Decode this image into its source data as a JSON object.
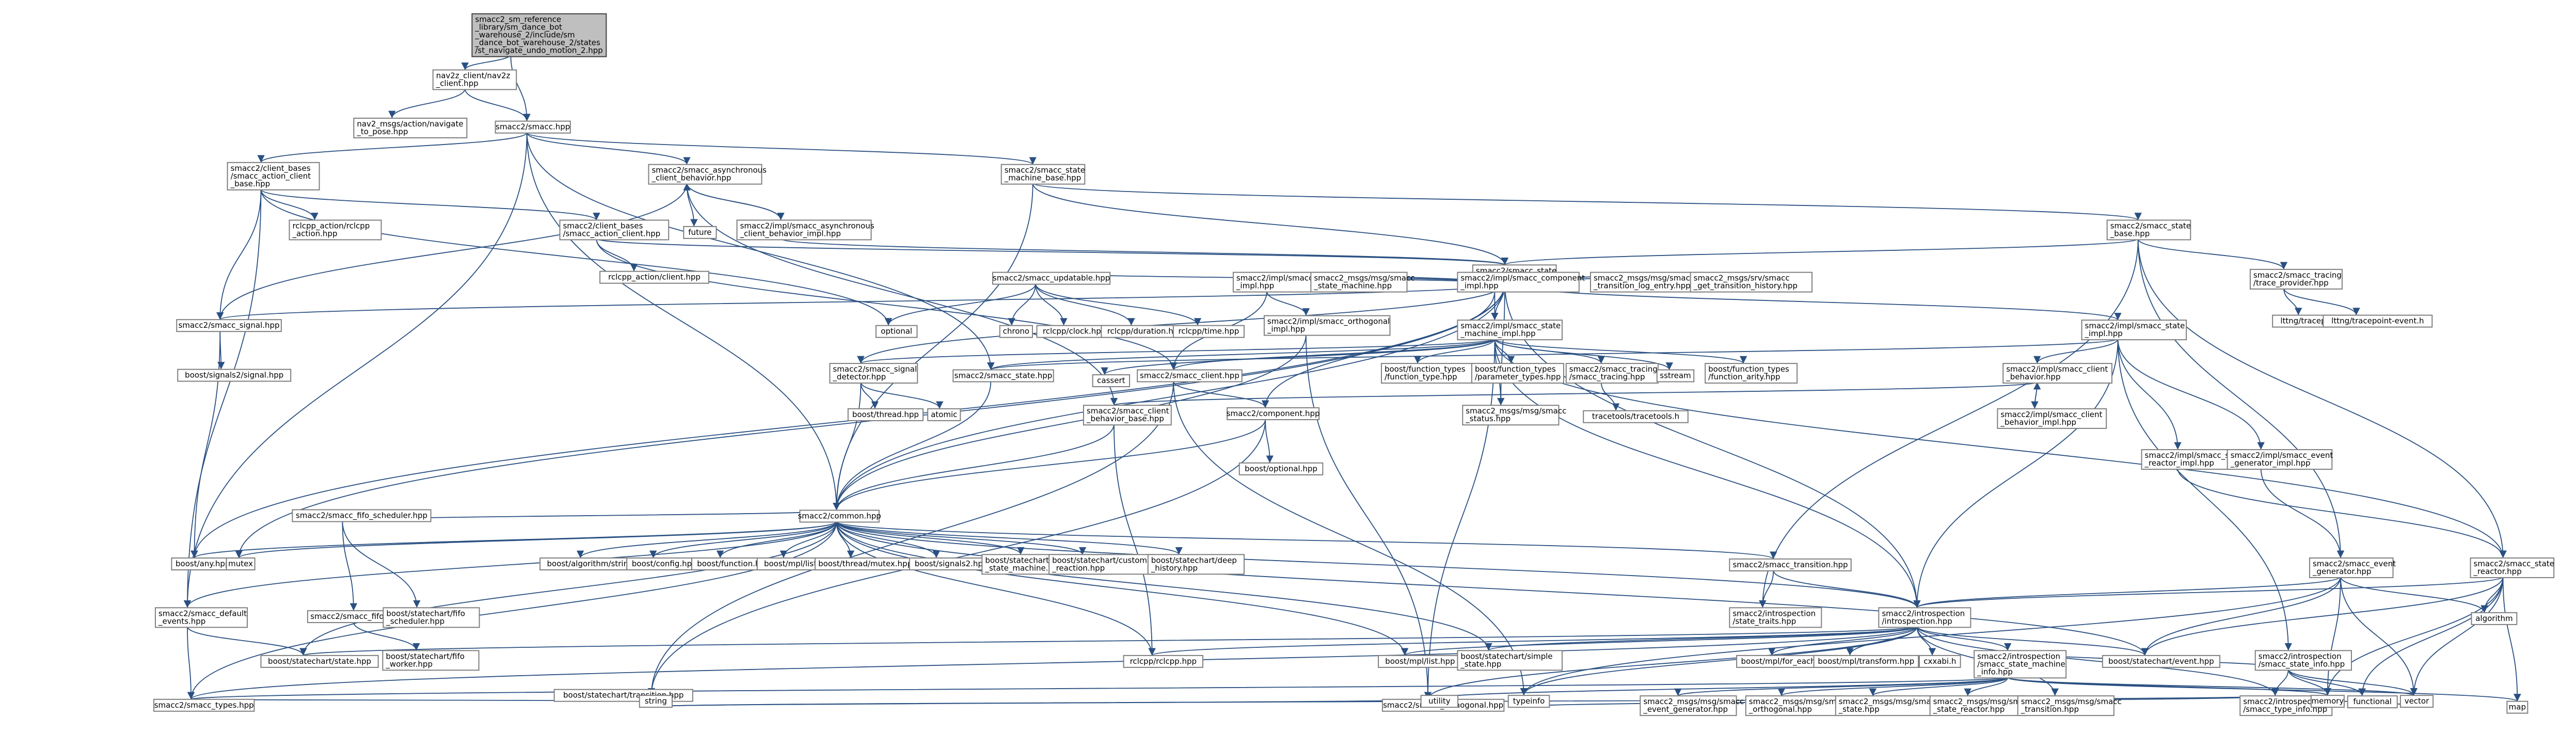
{
  "colors": {
    "edge": "#2a5082",
    "root_fill": "#bfbfbf",
    "node_border": "#7f7f7f"
  },
  "nodes": [
    {
      "id": "root",
      "lines": [
        "smacc2_sm_reference",
        "_library/sm_dance_bot",
        "_warehouse_2/include/sm",
        "_dance_bot_warehouse_2/states",
        "/st_navigate_undo_motion_2.hpp"
      ]
    },
    {
      "id": "nav2_client",
      "lines": [
        "nav2z_client/nav2z",
        "_client.hpp"
      ]
    },
    {
      "id": "nav2_msgs_nav",
      "lines": [
        "nav2_msgs/action/navigate",
        "_to_pose.hpp"
      ]
    },
    {
      "id": "smacc_hpp",
      "lines": [
        "smacc2/smacc.hpp"
      ]
    },
    {
      "id": "client_bases_action_client_base",
      "lines": [
        "smacc2/client_bases",
        "/smacc_action_client",
        "_base.hpp"
      ]
    },
    {
      "id": "smacc_async_cb",
      "lines": [
        "smacc2/smacc_asynchronous",
        "_client_behavior.hpp"
      ]
    },
    {
      "id": "smacc_state_machine_base",
      "lines": [
        "smacc2/smacc_state",
        "_machine_base.hpp"
      ]
    },
    {
      "id": "rclcpp_action",
      "lines": [
        "rclcpp_action/rclcpp",
        "_action.hpp"
      ]
    },
    {
      "id": "client_bases_action_client",
      "lines": [
        "smacc2/client_bases",
        "/smacc_action_client.hpp"
      ]
    },
    {
      "id": "future",
      "lines": [
        "future"
      ]
    },
    {
      "id": "impl_async_cb",
      "lines": [
        "smacc2/impl/smacc_asynchronous",
        "_client_behavior_impl.hpp"
      ]
    },
    {
      "id": "smacc_state_base",
      "lines": [
        "smacc2/smacc_state",
        "_base.hpp"
      ]
    },
    {
      "id": "rclcpp_action_client",
      "lines": [
        "rclcpp_action/client.hpp"
      ]
    },
    {
      "id": "smacc_state_machine",
      "lines": [
        "smacc2/smacc_state",
        "_machine.hpp"
      ]
    },
    {
      "id": "smacc_tracing_provider",
      "lines": [
        "smacc2/smacc_tracing",
        "/trace_provider.hpp"
      ]
    },
    {
      "id": "lttng_tracepoint",
      "lines": [
        "lttng/tracepoint.h"
      ]
    },
    {
      "id": "lttng_tracepoint_event",
      "lines": [
        "lttng/tracepoint-event.h"
      ]
    },
    {
      "id": "smacc_signal",
      "lines": [
        "smacc2/smacc_signal.hpp"
      ]
    },
    {
      "id": "boost_signals2_signal",
      "lines": [
        "boost/signals2/signal.hpp"
      ]
    },
    {
      "id": "smacc_updatable",
      "lines": [
        "smacc2/smacc_updatable.hpp"
      ]
    },
    {
      "id": "optional",
      "lines": [
        "optional"
      ]
    },
    {
      "id": "chrono",
      "lines": [
        "chrono"
      ]
    },
    {
      "id": "rclcpp_clock",
      "lines": [
        "rclcpp/clock.hpp"
      ]
    },
    {
      "id": "rclcpp_duration",
      "lines": [
        "rclcpp/duration.hpp"
      ]
    },
    {
      "id": "rclcpp_time",
      "lines": [
        "rclcpp/time.hpp"
      ]
    },
    {
      "id": "impl_smacc_client_impl",
      "lines": [
        "smacc2/impl/smacc_client",
        "_impl.hpp"
      ]
    },
    {
      "id": "msg_smacc_state_machine",
      "lines": [
        "smacc2_msgs/msg/smacc",
        "_state_machine.hpp"
      ]
    },
    {
      "id": "impl_component_impl",
      "lines": [
        "smacc2/impl/smacc_component",
        "_impl.hpp"
      ]
    },
    {
      "id": "msg_transition_log",
      "lines": [
        "smacc2_msgs/msg/smacc",
        "_transition_log_entry.hpp"
      ]
    },
    {
      "id": "srv_get_transition",
      "lines": [
        "smacc2_msgs/srv/smacc",
        "_get_transition_history.hpp"
      ]
    },
    {
      "id": "impl_orthogonal_impl",
      "lines": [
        "smacc2/impl/smacc_orthogonal",
        "_impl.hpp"
      ]
    },
    {
      "id": "impl_state_machine_impl",
      "lines": [
        "smacc2/impl/smacc_state",
        "_machine_impl.hpp"
      ]
    },
    {
      "id": "impl_state_impl",
      "lines": [
        "smacc2/impl/smacc_state",
        "_impl.hpp"
      ]
    },
    {
      "id": "smacc_signal_detector",
      "lines": [
        "smacc2/smacc_signal",
        "_detector.hpp"
      ]
    },
    {
      "id": "smacc_state_hpp",
      "lines": [
        "smacc2/smacc_state.hpp"
      ]
    },
    {
      "id": "cassert",
      "lines": [
        "cassert"
      ]
    },
    {
      "id": "smacc_client_hpp",
      "lines": [
        "smacc2/smacc_client.hpp"
      ]
    },
    {
      "id": "boost_ft_function_type",
      "lines": [
        "boost/function_types",
        "/function_type.hpp"
      ]
    },
    {
      "id": "boost_ft_parameter_types",
      "lines": [
        "boost/function_types",
        "/parameter_types.hpp"
      ]
    },
    {
      "id": "smacc_tracing_tracing",
      "lines": [
        "smacc2/smacc_tracing",
        "/smacc_tracing.hpp"
      ]
    },
    {
      "id": "sstream",
      "lines": [
        "sstream"
      ]
    },
    {
      "id": "boost_ft_function_arity",
      "lines": [
        "boost/function_types",
        "/function_arity.hpp"
      ]
    },
    {
      "id": "impl_client_behavior",
      "lines": [
        "smacc2/impl/smacc_client",
        "_behavior.hpp"
      ]
    },
    {
      "id": "impl_client_behavior_impl",
      "lines": [
        "smacc2/impl/smacc_client",
        "_behavior_impl.hpp"
      ]
    },
    {
      "id": "boost_thread",
      "lines": [
        "boost/thread.hpp"
      ]
    },
    {
      "id": "atomic",
      "lines": [
        "atomic"
      ]
    },
    {
      "id": "smacc_client_behavior_base",
      "lines": [
        "smacc2/smacc_client",
        "_behavior_base.hpp"
      ]
    },
    {
      "id": "component_hpp",
      "lines": [
        "smacc2/component.hpp"
      ]
    },
    {
      "id": "msg_smacc_status",
      "lines": [
        "smacc2_msgs/msg/smacc",
        "_status.hpp"
      ]
    },
    {
      "id": "tracetools",
      "lines": [
        "tracetools/tracetools.h"
      ]
    },
    {
      "id": "boost_optional",
      "lines": [
        "boost/optional.hpp"
      ]
    },
    {
      "id": "impl_state_reactor_impl",
      "lines": [
        "smacc2/impl/smacc_state",
        "_reactor_impl.hpp"
      ]
    },
    {
      "id": "impl_event_generator_impl",
      "lines": [
        "smacc2/impl/smacc_event",
        "_generator_impl.hpp"
      ]
    },
    {
      "id": "common_hpp",
      "lines": [
        "smacc2/common.hpp"
      ]
    },
    {
      "id": "boost_any",
      "lines": [
        "boost/any.hpp"
      ]
    },
    {
      "id": "mutex",
      "lines": [
        "mutex"
      ]
    },
    {
      "id": "fifo_scheduler",
      "lines": [
        "smacc2/smacc_fifo_scheduler.hpp"
      ]
    },
    {
      "id": "boost_algorithm_string",
      "lines": [
        "boost/algorithm/string.hpp"
      ]
    },
    {
      "id": "boost_config",
      "lines": [
        "boost/config.hpp"
      ]
    },
    {
      "id": "boost_function",
      "lines": [
        "boost/function.hpp"
      ]
    },
    {
      "id": "boost_mpl_list",
      "lines": [
        "boost/mpl/list.hpp"
      ]
    },
    {
      "id": "boost_mutex",
      "lines": [
        "boost/thread/mutex.hpp"
      ]
    },
    {
      "id": "boost_signals2",
      "lines": [
        "boost/signals2.hpp"
      ]
    },
    {
      "id": "boost_sc_async_sm",
      "lines": [
        "boost/statechart/asynchronous",
        "_state_machine.hpp"
      ]
    },
    {
      "id": "boost_sc_custom_reaction",
      "lines": [
        "boost/statechart/custom",
        "_reaction.hpp"
      ]
    },
    {
      "id": "boost_sc_deep_history",
      "lines": [
        "boost/statechart/deep",
        "_history.hpp"
      ]
    },
    {
      "id": "smacc_transition",
      "lines": [
        "smacc2/smacc_transition.hpp"
      ]
    },
    {
      "id": "smacc_event_generator",
      "lines": [
        "smacc2/smacc_event",
        "_generator.hpp"
      ]
    },
    {
      "id": "smacc_state_reactor",
      "lines": [
        "smacc2/smacc_state",
        "_reactor.hpp"
      ]
    },
    {
      "id": "smacc_default_events",
      "lines": [
        "smacc2/smacc_default",
        "_events.hpp"
      ]
    },
    {
      "id": "fifo_worker",
      "lines": [
        "smacc2/smacc_fifo_worker.hpp"
      ]
    },
    {
      "id": "boost_sc_fifo_scheduler",
      "lines": [
        "boost/statechart/fifo",
        "_scheduler.hpp"
      ]
    },
    {
      "id": "introspection_hpp",
      "lines": [
        "smacc2/introspection",
        "/introspection.hpp"
      ]
    },
    {
      "id": "introspection_state_traits",
      "lines": [
        "smacc2/introspection",
        "/state_traits.hpp"
      ]
    },
    {
      "id": "algorithm",
      "lines": [
        "algorithm"
      ]
    },
    {
      "id": "boost_sc_state",
      "lines": [
        "boost/statechart/state.hpp"
      ]
    },
    {
      "id": "boost_sc_fifo_worker",
      "lines": [
        "boost/statechart/fifo",
        "_worker.hpp"
      ]
    },
    {
      "id": "rclcpp_hpp",
      "lines": [
        "rclcpp/rclcpp.hpp"
      ]
    },
    {
      "id": "boost_mpl_list2",
      "lines": [
        "boost/mpl/list.hpp"
      ]
    },
    {
      "id": "boost_sc_simple_state",
      "lines": [
        "boost/statechart/simple",
        "_state.hpp"
      ]
    },
    {
      "id": "boost_mpl_for_each",
      "lines": [
        "boost/mpl/for_each.hpp"
      ]
    },
    {
      "id": "boost_mpl_transform",
      "lines": [
        "boost/mpl/transform.hpp"
      ]
    },
    {
      "id": "cxxabi",
      "lines": [
        "cxxabi.h"
      ]
    },
    {
      "id": "introspection_sm_info",
      "lines": [
        "smacc2/introspection",
        "/smacc_state_machine",
        "_info.hpp"
      ]
    },
    {
      "id": "boost_sc_event",
      "lines": [
        "boost/statechart/event.hpp"
      ]
    },
    {
      "id": "introspection_state_info",
      "lines": [
        "smacc2/introspection",
        "/smacc_state_info.hpp"
      ]
    },
    {
      "id": "functional",
      "lines": [
        "functional"
      ]
    },
    {
      "id": "smacc_types",
      "lines": [
        "smacc2/smacc_types.hpp"
      ]
    },
    {
      "id": "smacc_orthogonal",
      "lines": [
        "smacc2/smacc_orthogonal.hpp"
      ]
    },
    {
      "id": "msg_event_generator",
      "lines": [
        "smacc2_msgs/msg/smacc",
        "_event_generator.hpp"
      ]
    },
    {
      "id": "msg_orthogonal",
      "lines": [
        "smacc2_msgs/msg/smacc",
        "_orthogonal.hpp"
      ]
    },
    {
      "id": "msg_state",
      "lines": [
        "smacc2_msgs/msg/smacc",
        "_state.hpp"
      ]
    },
    {
      "id": "msg_state_reactor",
      "lines": [
        "smacc2_msgs/msg/smacc",
        "_state_reactor.hpp"
      ]
    },
    {
      "id": "msg_transition",
      "lines": [
        "smacc2_msgs/msg/smacc",
        "_transition.hpp"
      ]
    },
    {
      "id": "introspection_type_info",
      "lines": [
        "smacc2/introspection",
        "/smacc_type_info.hpp"
      ]
    },
    {
      "id": "map",
      "lines": [
        "map"
      ]
    },
    {
      "id": "boost_sc_transition",
      "lines": [
        "boost/statechart/transition.hpp"
      ]
    },
    {
      "id": "utility",
      "lines": [
        "utility"
      ]
    },
    {
      "id": "string",
      "lines": [
        "string"
      ]
    },
    {
      "id": "typeinfo",
      "lines": [
        "typeinfo"
      ]
    },
    {
      "id": "memory",
      "lines": [
        "memory"
      ]
    },
    {
      "id": "vector",
      "lines": [
        "vector"
      ]
    }
  ]
}
